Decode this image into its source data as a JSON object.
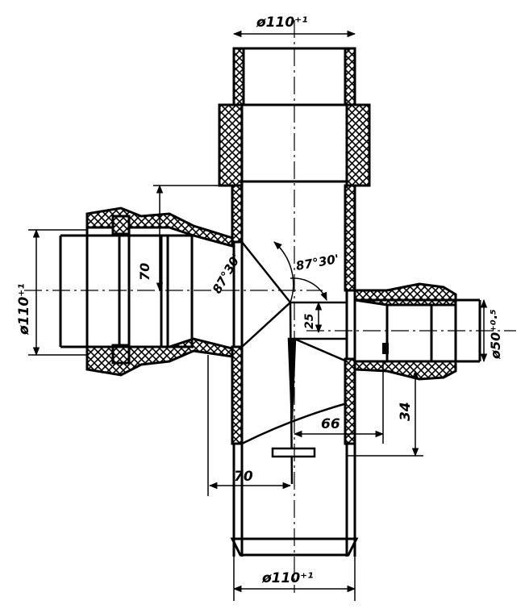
{
  "drawing": {
    "labels": {
      "top_diameter": "ø110⁺¹",
      "bottom_diameter": "ø110⁺¹",
      "left_diameter": "ø110⁺¹",
      "right_diameter": "ø50⁺⁰·⁵",
      "left_height": "70",
      "bottom_horizontal": "70",
      "horizontal_right": "66",
      "vertical_right": "34",
      "offset_small": "25",
      "angle_left": "87°30'",
      "angle_right": "87°30'"
    }
  }
}
